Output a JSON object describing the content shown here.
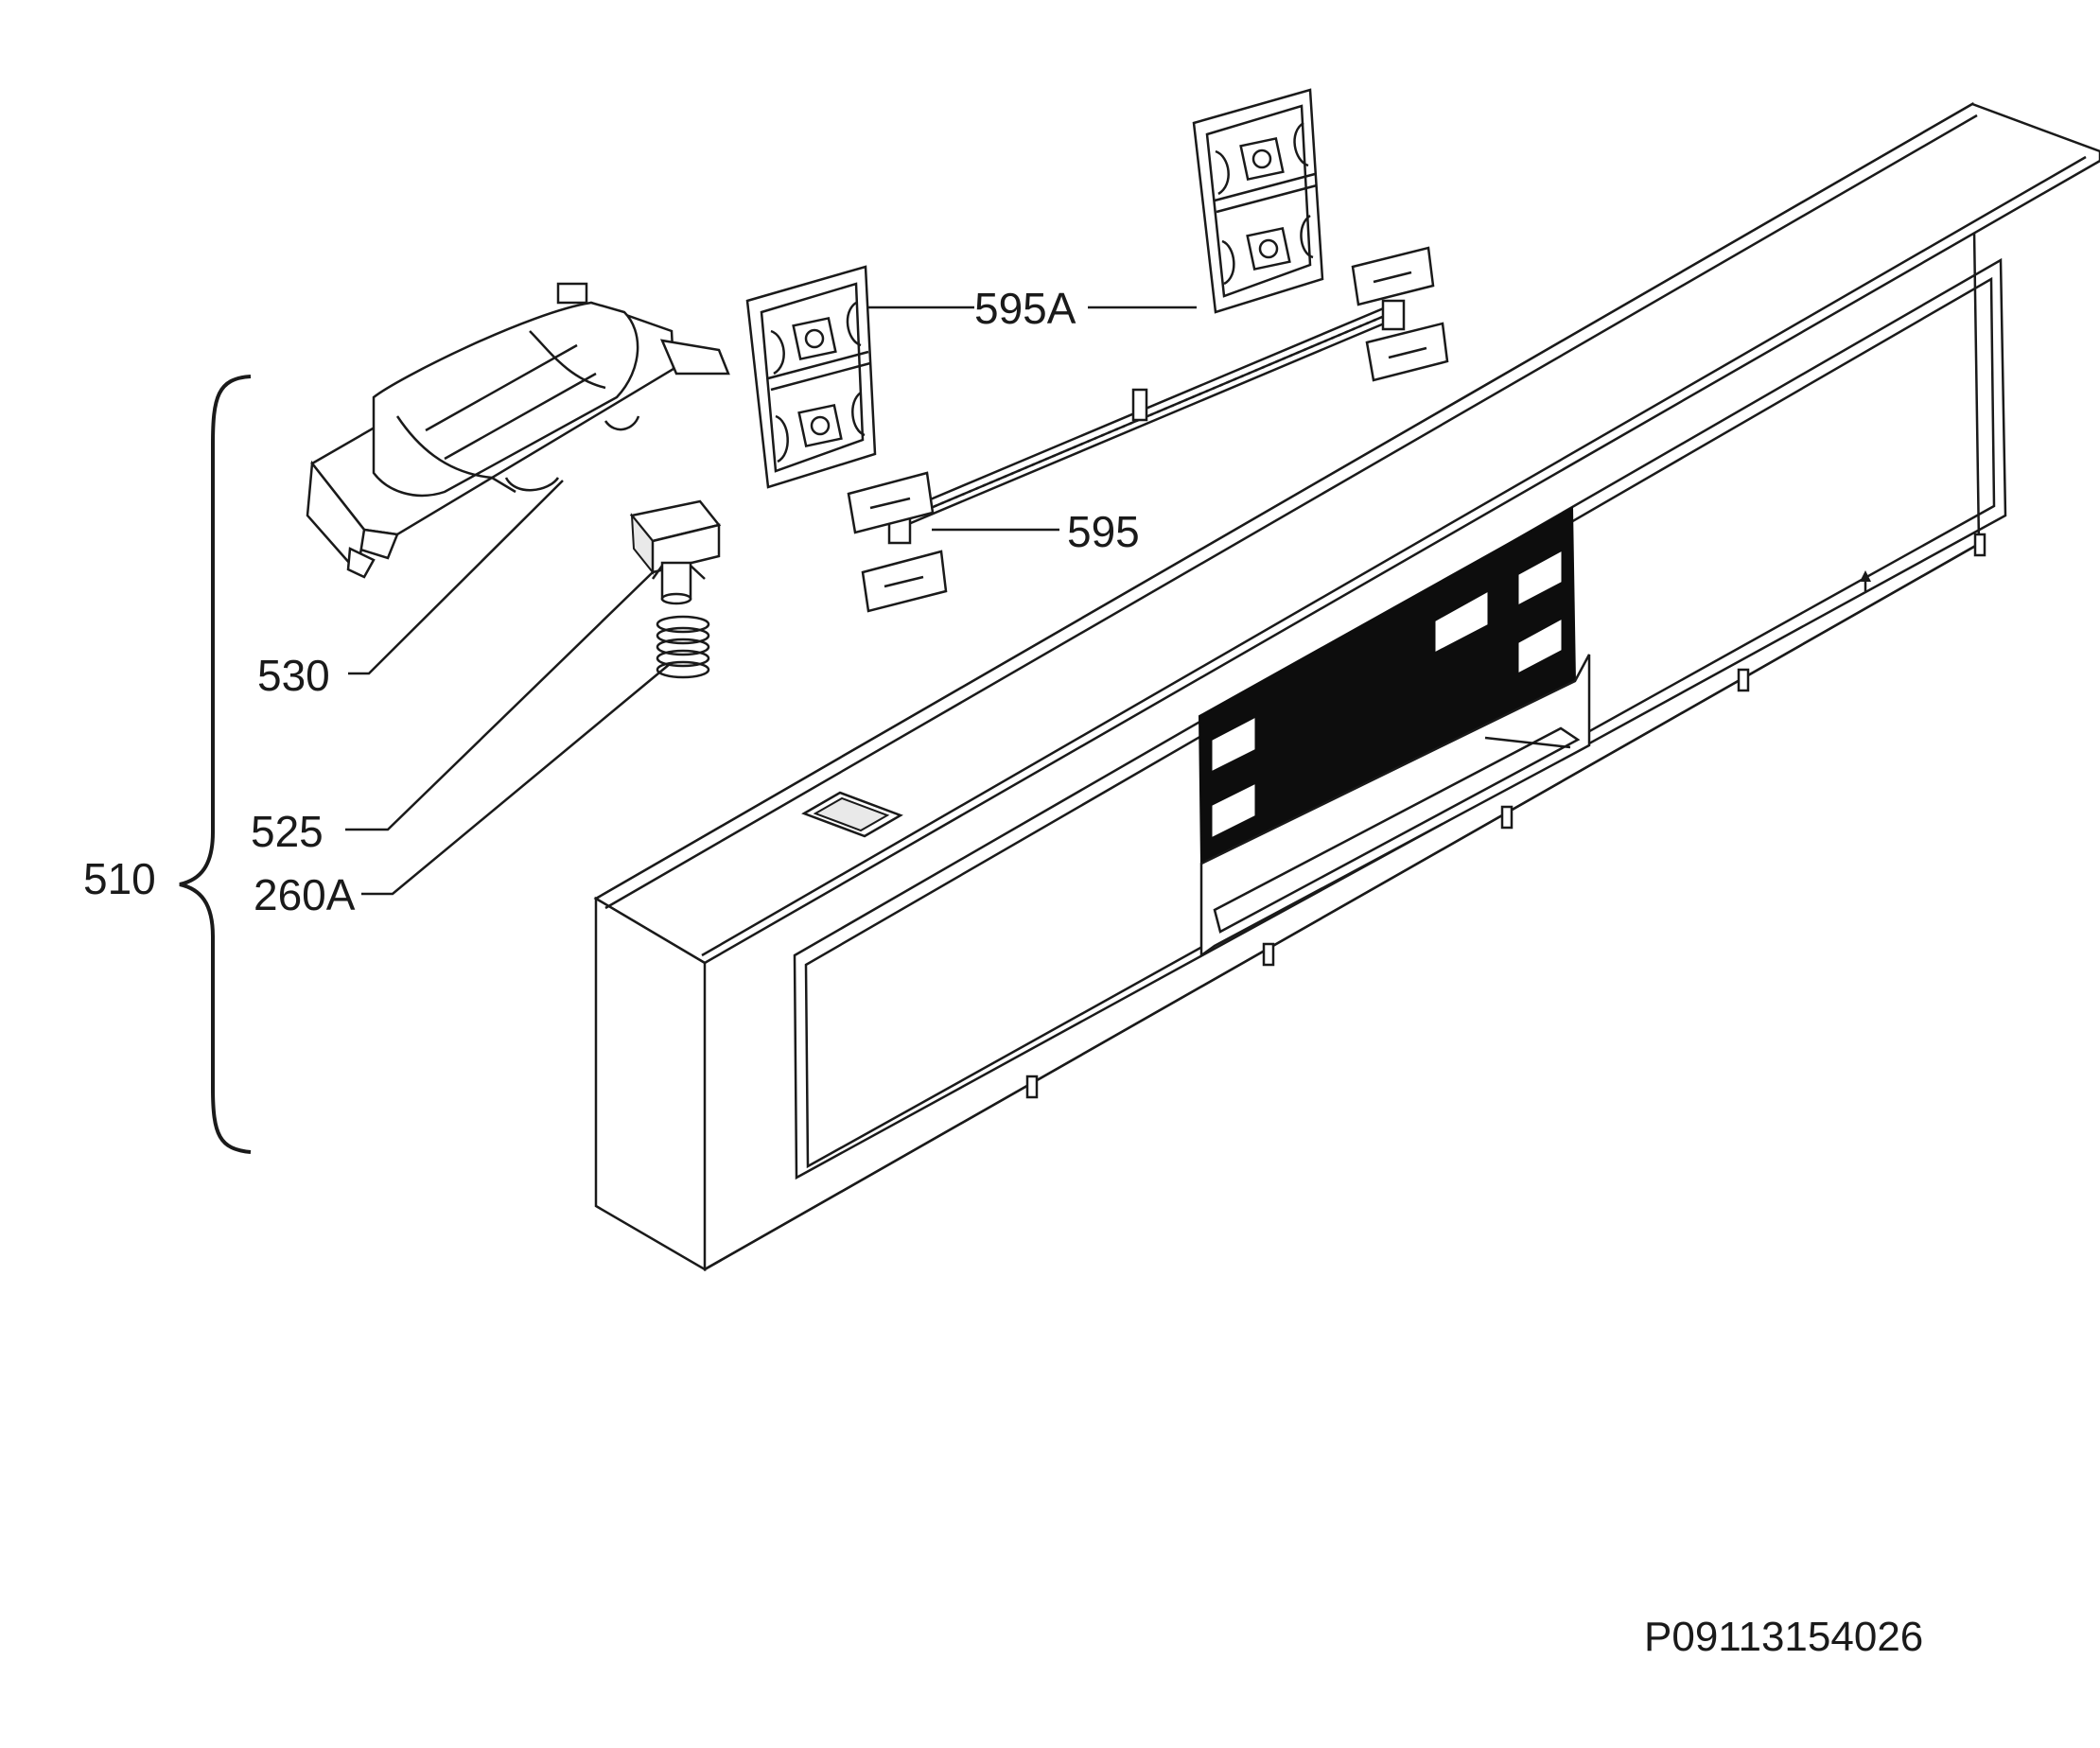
{
  "labels": {
    "l595A": "595A",
    "l595": "595",
    "l530": "530",
    "l525": "525",
    "l510": "510",
    "l260A": "260A"
  },
  "drawing_code": "P09113154026",
  "colors": {
    "ink": "#1a1a1a",
    "panel_window": "#0d0d0d",
    "background": "#ffffff"
  }
}
